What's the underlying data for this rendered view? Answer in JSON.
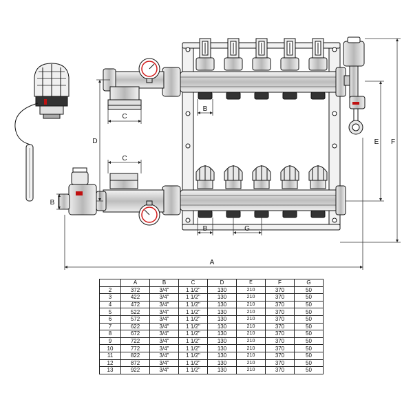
{
  "dimension_labels": {
    "A": "A",
    "B_left": "B",
    "B_top": "B",
    "B_bottom": "B",
    "C_top": "C",
    "C_bottom": "C",
    "D": "D",
    "E": "E",
    "F": "F",
    "G": "G"
  },
  "table": {
    "headers": [
      "",
      "A",
      "B",
      "C",
      "D",
      "E",
      "F",
      "G"
    ],
    "rows": [
      [
        "2",
        "372",
        "3/4\"",
        "1 1/2\"",
        "130",
        "210",
        "370",
        "50"
      ],
      [
        "3",
        "422",
        "3/4\"",
        "1 1/2\"",
        "130",
        "210",
        "370",
        "50"
      ],
      [
        "4",
        "472",
        "3/4\"",
        "1 1/2\"",
        "130",
        "210",
        "370",
        "50"
      ],
      [
        "5",
        "522",
        "3/4\"",
        "1 1/2\"",
        "130",
        "210",
        "370",
        "50"
      ],
      [
        "6",
        "572",
        "3/4\"",
        "1 1/2\"",
        "130",
        "210",
        "370",
        "50"
      ],
      [
        "7",
        "622",
        "3/4\"",
        "1 1/2\"",
        "130",
        "210",
        "370",
        "50"
      ],
      [
        "8",
        "672",
        "3/4\"",
        "1 1/2\"",
        "130",
        "210",
        "370",
        "50"
      ],
      [
        "9",
        "722",
        "3/4\"",
        "1 1/2\"",
        "130",
        "210",
        "370",
        "50"
      ],
      [
        "10",
        "772",
        "3/4\"",
        "1 1/2\"",
        "130",
        "210",
        "370",
        "50"
      ],
      [
        "11",
        "822",
        "3/4\"",
        "1 1/2\"",
        "130",
        "210",
        "370",
        "50"
      ],
      [
        "12",
        "872",
        "3/4\"",
        "1 1/2\"",
        "130",
        "210",
        "370",
        "50"
      ],
      [
        "13",
        "922",
        "3/4\"",
        "1 1/2\"",
        "130",
        "210",
        "370",
        "50"
      ]
    ]
  },
  "colors": {
    "line": "#111111",
    "dim": "#333333",
    "metal": "#d9d9d9",
    "metal_dark": "#8a8a8a",
    "gauge_red": "#d01818"
  }
}
